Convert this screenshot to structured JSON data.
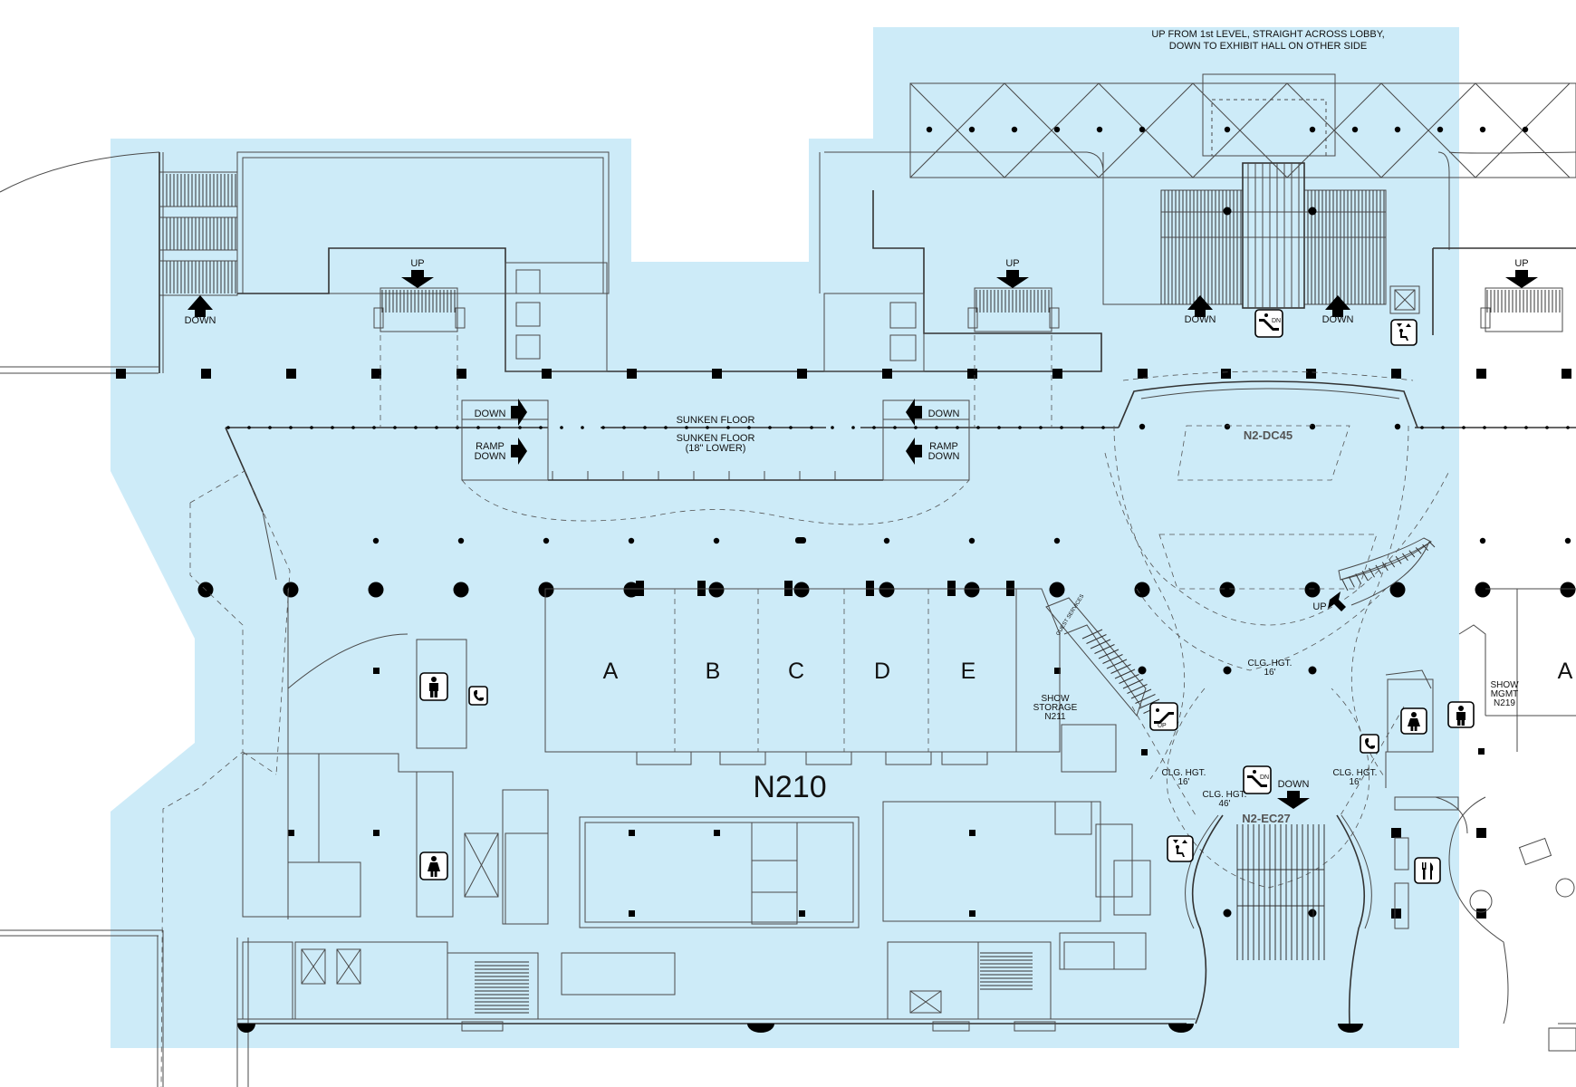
{
  "labels": {
    "lobby_note_line1": "UP FROM 1st LEVEL, STRAIGHT ACROSS LOBBY,",
    "lobby_note_line2": "DOWN TO EXHIBIT HALL ON OTHER SIDE",
    "down": "DOWN",
    "up": "UP",
    "ramp": "RAMP",
    "sunken_floor": "SUNKEN FLOOR",
    "sunken_floor_lower": "(18\" LOWER)",
    "clg_hgt": "CLG. HGT.",
    "clg_16": "16'",
    "clg_46": "46'",
    "show": "SHOW",
    "storage": "STORAGE",
    "mgmt": "MGMT",
    "guest_services": "GUEST SERVICES"
  },
  "rooms": {
    "main_hall": "N210",
    "show_storage_code": "N211",
    "show_mgmt_code": "N219",
    "dc_code": "N2-DC45",
    "ec_code": "N2-EC27",
    "meeting_rooms": [
      "A",
      "B",
      "C",
      "D",
      "E"
    ],
    "adjacent_room": "A"
  },
  "icons": {
    "mens_restroom": "mens-restroom-icon",
    "womens_restroom": "womens-restroom-icon",
    "telephone": "telephone-icon",
    "escalator_down": "escalator-down-icon",
    "escalator_up": "escalator-up-icon",
    "elevator_accessible": "accessible-elevator-icon",
    "food_service": "food-service-icon"
  },
  "colors": {
    "venue_area": "#cdebf8",
    "lines": "#4a4a4a",
    "columns": "#000000"
  }
}
